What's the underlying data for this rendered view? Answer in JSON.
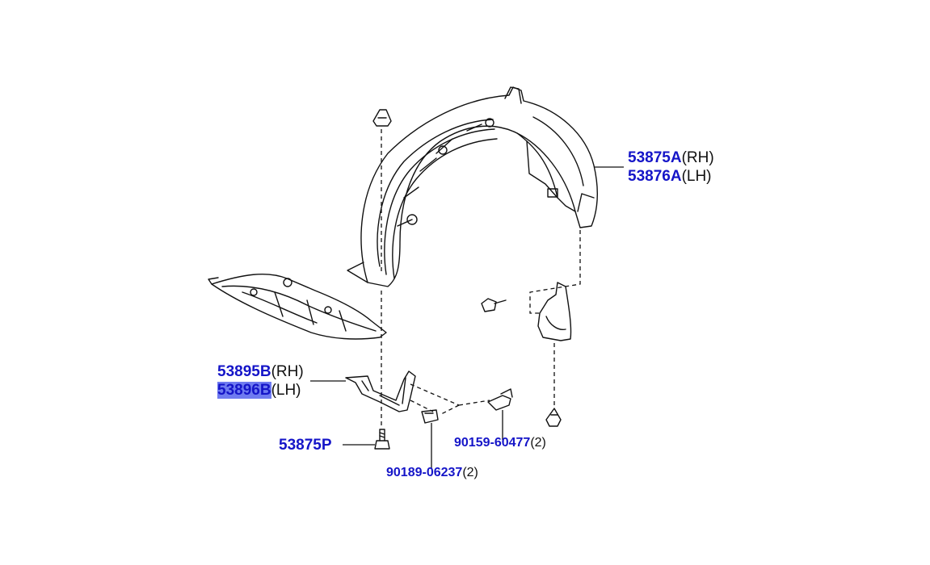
{
  "colors": {
    "part_number": "#1515c8",
    "text": "#111111",
    "line": "#111111",
    "highlight": "#6f7bf0"
  },
  "labels": {
    "liner_rh": {
      "pn": "53875A",
      "sfx": "(RH)"
    },
    "liner_lh": {
      "pn": "53876A",
      "sfx": "(LH)"
    },
    "seal_rh": {
      "pn": "53895B",
      "sfx": "(RH)"
    },
    "seal_lh": {
      "pn": "53896B",
      "sfx": "(LH)"
    },
    "screw": {
      "pn": "53875P",
      "sfx": ""
    },
    "bolt": {
      "pn": "90159-60477",
      "sfx": "(2)"
    },
    "clip": {
      "pn": "90189-06237",
      "sfx": "(2)"
    }
  }
}
